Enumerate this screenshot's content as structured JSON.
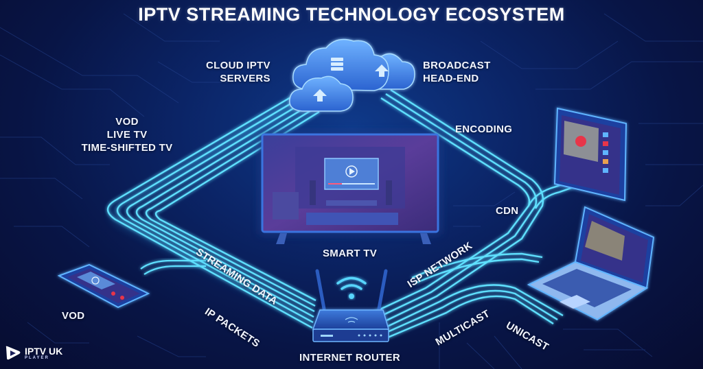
{
  "title": "IPTV STREAMING TECHNOLOGY ECOSYSTEM",
  "labels": {
    "cloud_servers": [
      "CLOUD IPTV",
      "SERVERS"
    ],
    "broadcast": [
      "BROADCAST",
      "HEAD-END"
    ],
    "services": [
      "VOD",
      "LIVE TV",
      "TIME-SHIFTED TV"
    ],
    "encoding": "ENCODING",
    "cdn": "CDN",
    "smart_tv": "SMART TV",
    "streaming_data": "STREAMING DATA",
    "isp_network": "ISP NETWORK",
    "ip_packets": "IP PACKETS",
    "multicast": "MULTICAST",
    "unicast": "UNICAST",
    "router": "INTERNET ROUTER",
    "phone_vod": "VOD"
  },
  "nodes": [
    {
      "id": "cloud",
      "name": "Cloud IPTV Servers / Broadcast Head-End",
      "icon": "cloud-server-icon"
    },
    {
      "id": "tv",
      "name": "Smart TV",
      "icon": "smart-tv-icon"
    },
    {
      "id": "tablet",
      "name": "Tablet",
      "icon": "tablet-icon"
    },
    {
      "id": "laptop",
      "name": "Laptop",
      "icon": "laptop-icon"
    },
    {
      "id": "phone",
      "name": "Smartphone",
      "icon": "smartphone-icon"
    },
    {
      "id": "router",
      "name": "Internet Router",
      "icon": "router-icon"
    }
  ],
  "edges": [
    {
      "from": "cloud",
      "to": "router",
      "label": "STREAMING DATA / IP PACKETS",
      "path": "left"
    },
    {
      "from": "cloud",
      "to": "tablet",
      "label": "ENCODING / CDN",
      "path": "right"
    },
    {
      "from": "router",
      "to": "laptop",
      "label": "ISP NETWORK / MULTICAST / UNICAST"
    },
    {
      "from": "router",
      "to": "phone",
      "label": "VOD"
    }
  ],
  "logo": {
    "brand": "IPTV UK",
    "sub": "PLAYER"
  },
  "colors": {
    "background": "#081546",
    "glow_line": "#4fd8ff",
    "line_core": "#c8f4ff",
    "device_blue": "#2a5cc8",
    "screen_purple": "#5a3d9a",
    "text": "#ffffff"
  }
}
